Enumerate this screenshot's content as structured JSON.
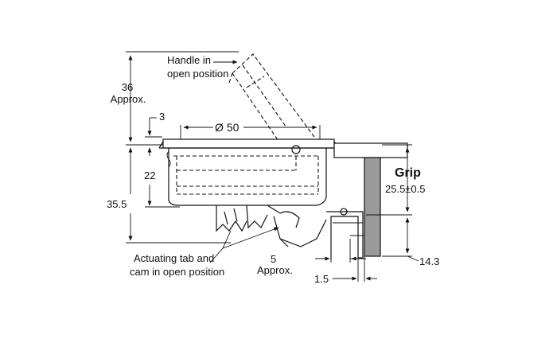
{
  "labels": {
    "handle": [
      "Handle in",
      "open position"
    ],
    "dim_36": [
      "36",
      "Approx."
    ],
    "dim_3": "3",
    "dim_dia50": "Ø 50",
    "dim_22": "22",
    "dim_35_5": "35.5",
    "grip_title": "Grip",
    "grip_value": "25.5±0.5",
    "actuating": [
      "Actuating tab and",
      "cam in open position"
    ],
    "dim_5": [
      "5",
      "Approx."
    ],
    "dim_1_5": "1.5",
    "dim_14_3": "14.3"
  },
  "colors": {
    "line": "#111111",
    "panel": "#9a9a9a"
  }
}
